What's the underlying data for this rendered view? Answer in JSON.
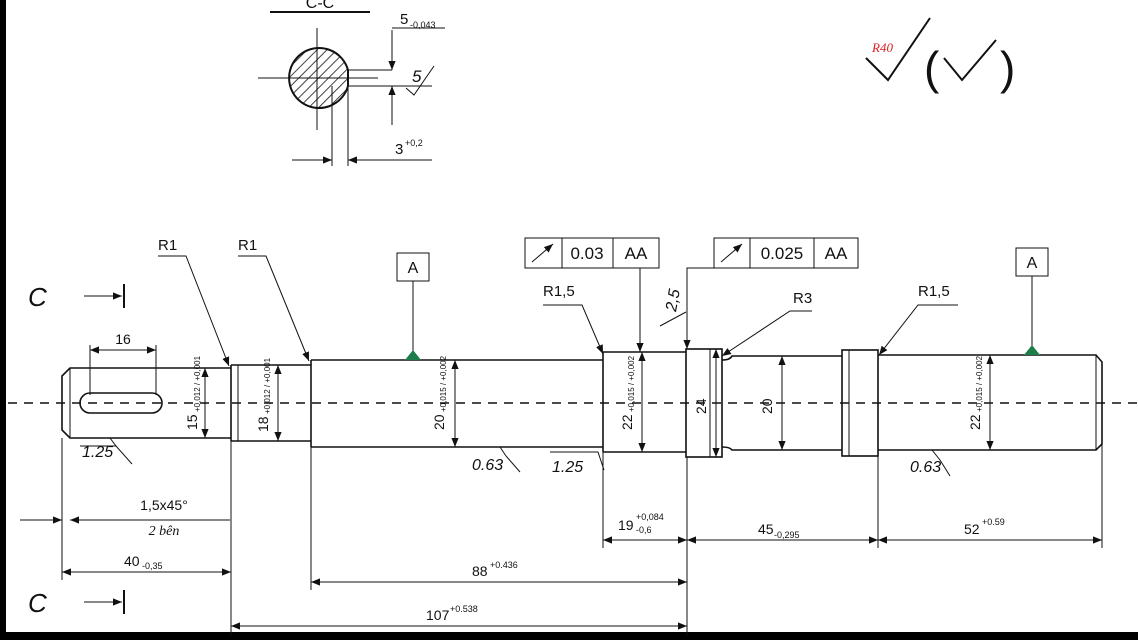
{
  "section": {
    "top_label": "C-C",
    "keyway_width": "5",
    "keyway_width_tol": "-0,043",
    "keyway_roughness": "5",
    "keyway_depth": "3",
    "keyway_depth_tol": "+0,2"
  },
  "surface_finish": {
    "general_value": "R40"
  },
  "section_marks": {
    "top": "C",
    "bottom": "C"
  },
  "fillets": {
    "r1_left": "R1",
    "r1_second": "R1",
    "r15_middle": "R1,5",
    "r3": "R3",
    "r15_right": "R1,5"
  },
  "datums": {
    "left": "A",
    "right": "A"
  },
  "runout": [
    {
      "value": "0.03",
      "datum": "AA"
    },
    {
      "value": "0.025",
      "datum": "AA"
    }
  ],
  "roughness": {
    "left": "1.25",
    "middle": "0.63",
    "mid_right": "1.25",
    "right": "0.63",
    "shoulder": "2,5"
  },
  "diameters": {
    "d15": "15",
    "d15_tol": "+0,012 / +0,001",
    "d18": "18",
    "d18_tol": "+0,012 / +0,001",
    "d20a": "20",
    "d20a_tol": "+0,015 / +0,002",
    "d22a": "22",
    "d22a_tol": "+0,015 / +0,002",
    "d24": "24",
    "d20b": "20",
    "d22b": "22",
    "d22b_tol": "+0,015 / +0,002"
  },
  "lengths": {
    "keyway_len": "16",
    "chamfer": "1,5x45°",
    "chamfer_note": "2 bên",
    "l40": "40",
    "l40_tol": "-0,35",
    "l88": "88",
    "l88_tol": "+0.436",
    "l107": "107",
    "l107_tol": "+0.538",
    "l19": "19",
    "l19_tol_up": "+0,084",
    "l19_tol_dn": "-0,6",
    "l45": "45",
    "l45_tol": "-0,295",
    "l52": "52",
    "l52_tol": "+0.59"
  }
}
